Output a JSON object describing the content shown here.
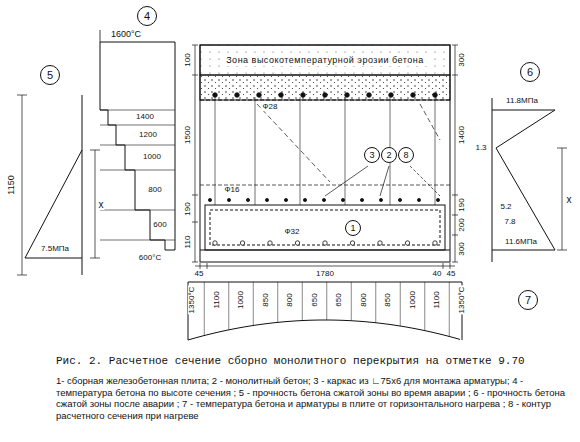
{
  "diagram": {
    "caption": "Рис. 2. Расчетное сечение сборно монолитного перекрытия на отметке 9.70",
    "nodes": [
      {
        "text": [
          "4"
        ]
      },
      {
        "text": [
          "5"
        ]
      },
      {
        "text": [
          "6"
        ]
      },
      {
        "text": [
          "Зона высокотемпературной эрозии бетона"
        ]
      },
      {
        "text": [
          "3"
        ]
      },
      {
        "text": [
          "2"
        ]
      },
      {
        "text": [
          "8"
        ]
      },
      {
        "text": [
          "1"
        ]
      },
      {
        "text": [
          "7"
        ]
      }
    ],
    "labels": [
      "1600°C",
      "1400",
      "1200",
      "1000",
      "800",
      "600",
      "600°C",
      "x",
      "7.5МПа",
      "1150",
      "11.8МПа",
      "1.3",
      "x",
      "5.2",
      "7.8",
      "11.6МПа",
      "100",
      "1500",
      "190",
      "110",
      "300",
      "1400",
      "190",
      "200",
      "300",
      "45",
      "1780",
      "40",
      "45",
      "Ф28",
      "Ф16",
      "Ф32",
      "1350°C",
      "1100",
      "1000",
      "850",
      "800",
      "650",
      "650",
      "800",
      "850",
      "1000",
      "1100",
      "1350°C",
      "1- сборная железобетонная плита; 2 - монолитный бетон; 3 - каркас из ∟75х6 для монтажа арматуры; 4 - температура бетона по высоте сечения ; 5 - прочность бетона сжатой зоны во время аварии ; 6 - прочность бетона сжатой зоны после аварии ; 7 - температура бетона и арматуры в плите от горизонтального нагрева ; 8 - контур расчетного сечения при нагреве"
    ]
  }
}
